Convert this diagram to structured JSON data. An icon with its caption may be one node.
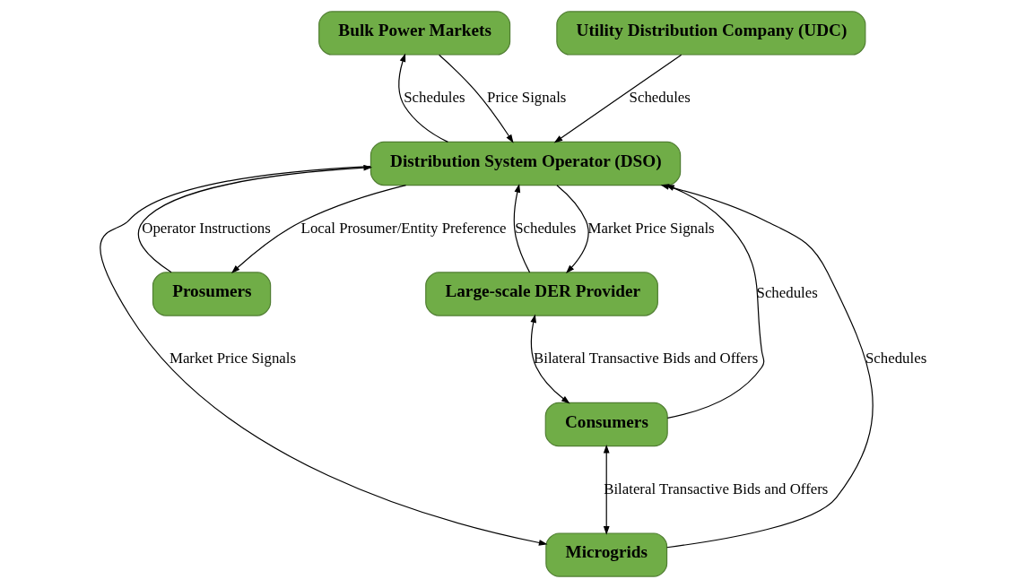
{
  "diagram": {
    "nodes": [
      {
        "text": [
          "Bulk Power Markets"
        ]
      },
      {
        "text": [
          "Utility Distribution Company (UDC)"
        ]
      },
      {
        "text": [
          "Distribution System Operator (DSO)"
        ]
      },
      {
        "text": [
          "Large-scale DER Provider"
        ]
      },
      {
        "text": [
          "Prosumers"
        ]
      },
      {
        "text": [
          "Consumers"
        ]
      },
      {
        "text": [
          "Microgrids"
        ]
      }
    ],
    "edges": [
      {
        "from": 0,
        "to": 2,
        "arrow": "to",
        "label": "Price Signals"
      },
      {
        "from": 2,
        "to": 0,
        "arrow": "to",
        "label": "Schedules"
      },
      {
        "from": 1,
        "to": 2,
        "arrow": "to",
        "label": "Schedules"
      },
      {
        "from": 2,
        "to": 3,
        "arrow": "to",
        "label": "Market Price Signals"
      },
      {
        "from": 3,
        "to": 2,
        "arrow": "to",
        "label": "Schedules"
      },
      {
        "from": 2,
        "to": 4,
        "arrow": "to",
        "label": "Local Prosumer/Entity Preference"
      },
      {
        "from": 4,
        "to": 2,
        "arrow": "to",
        "label": "Operator Instructions"
      },
      {
        "from": 5,
        "to": 2,
        "arrow": "to",
        "label": "Schedules"
      },
      {
        "from": 6,
        "to": 2,
        "arrow": "to",
        "label": "Schedules"
      },
      {
        "from": 2,
        "to": 6,
        "arrow": "to",
        "label": "Market Price Signals"
      },
      {
        "from": 3,
        "to": 5,
        "arrow": "both",
        "label": "Bilateral Transactive Bids and Offers"
      },
      {
        "from": 5,
        "to": 6,
        "arrow": "both",
        "label": "Bilateral Transactive Bids and Offers"
      }
    ]
  }
}
